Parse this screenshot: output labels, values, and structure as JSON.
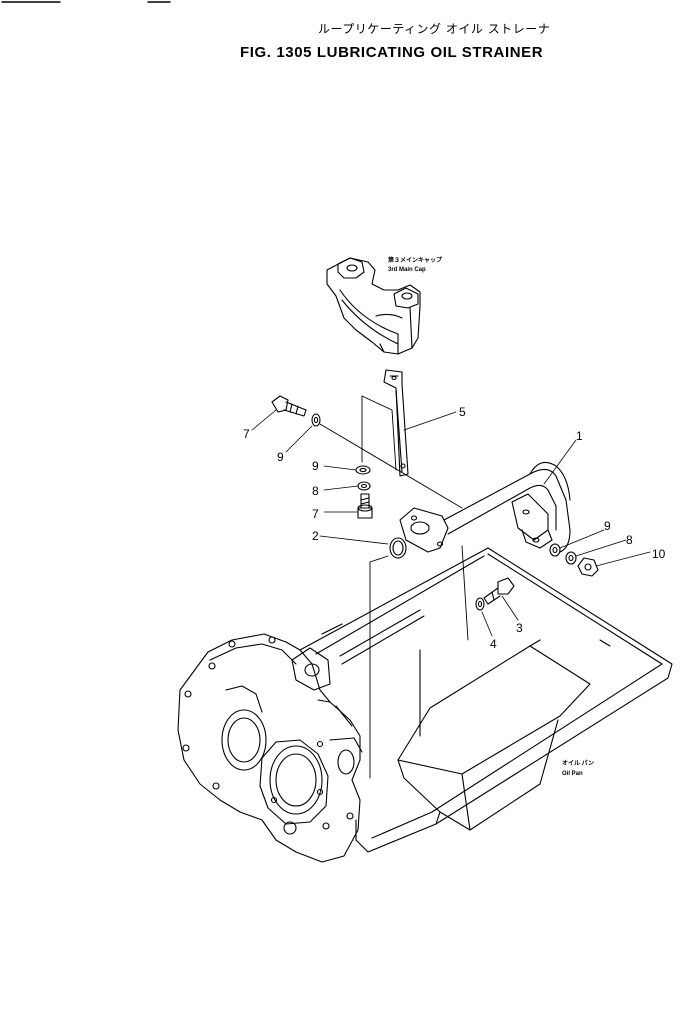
{
  "title": {
    "jp": "ループリケーティング オイル ストレーナ",
    "en": "FIG. 1305  LUBRICATING OIL STRAINER"
  },
  "labels": {
    "main_cap_jp": "第３メインキャップ",
    "main_cap_en": "3rd Main Cap",
    "oil_pan_jp": "オイル パン",
    "oil_pan_en": "Oil Pan"
  },
  "callouts": [
    {
      "id": "c1",
      "text": "1"
    },
    {
      "id": "c2",
      "text": "2"
    },
    {
      "id": "c3",
      "text": "3"
    },
    {
      "id": "c4",
      "text": "4"
    },
    {
      "id": "c5",
      "text": "5"
    },
    {
      "id": "c7a",
      "text": "7"
    },
    {
      "id": "c9a",
      "text": "9"
    },
    {
      "id": "c9b",
      "text": "9"
    },
    {
      "id": "c8a",
      "text": "8"
    },
    {
      "id": "c7b",
      "text": "7"
    },
    {
      "id": "c9c",
      "text": "9"
    },
    {
      "id": "c8b",
      "text": "8"
    },
    {
      "id": "c10",
      "text": "10"
    }
  ]
}
